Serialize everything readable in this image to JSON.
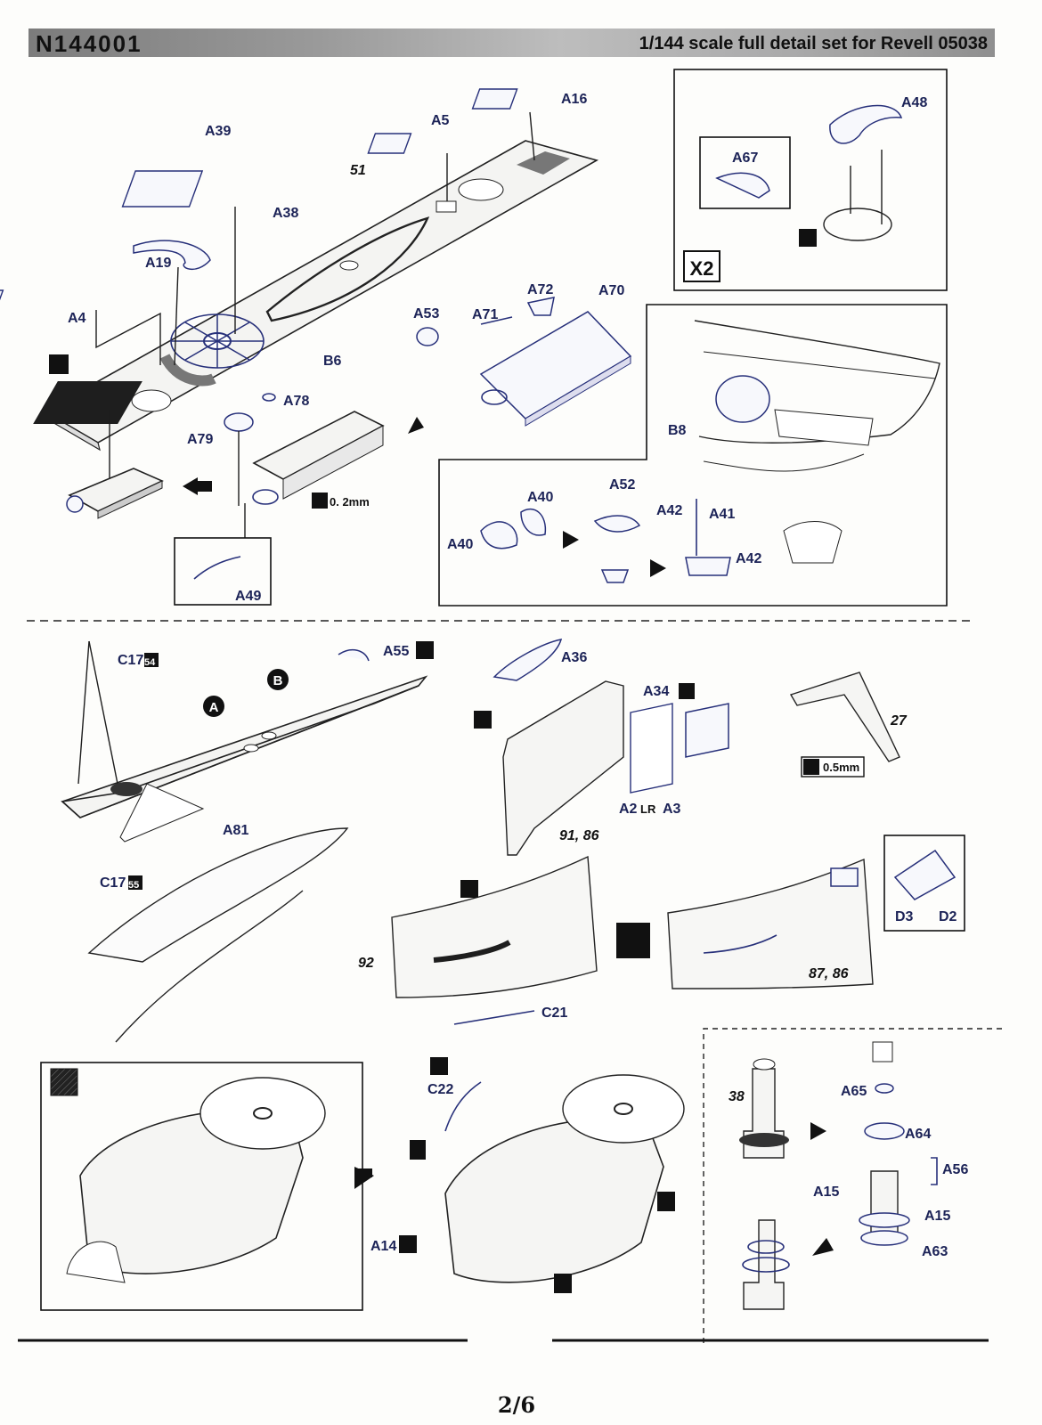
{
  "header": {
    "code": "N144001",
    "subtitle": "1/144 scale full  detail set for Revell 05038"
  },
  "page": {
    "number": "2/6"
  },
  "step1": {
    "parts": [
      "A39",
      "A5",
      "A16",
      "A38",
      "51",
      "A19",
      "A4",
      "B6",
      "A53",
      "A71",
      "A72",
      "A70",
      "A78",
      "A79",
      "A49"
    ],
    "thickness": "0. 2mm"
  },
  "inset_top_right": {
    "parts": [
      "A48",
      "A67"
    ],
    "multiplier": "X2"
  },
  "inset_anchor": {
    "parts": [
      "B8",
      "A40",
      "A40",
      "A52",
      "A42",
      "A41",
      "A42"
    ]
  },
  "step2": {
    "parts": [
      "C17",
      "A55",
      "A81"
    ],
    "photo_refs": [
      "54",
      "55"
    ],
    "callouts": [
      "A",
      "B"
    ]
  },
  "step3": {
    "parts": [
      "A36",
      "A34",
      "A2",
      "A3",
      "27",
      "D3",
      "D2",
      "C21"
    ],
    "mirror": "LR",
    "thickness": "0.5mm",
    "hull_refs": [
      "91, 86",
      "92",
      "87, 86"
    ]
  },
  "step4": {
    "parts": [
      "C22",
      "A14"
    ]
  },
  "step5": {
    "parts": [
      "38",
      "A65",
      "A64",
      "A56",
      "A15",
      "A15",
      "A63"
    ]
  },
  "colors": {
    "ink": "#1c2357",
    "line": "#1d1d1d",
    "header": "#9a9a9a"
  },
  "icons": [
    "glue-icon",
    "arrow-icon",
    "mirror-lr-icon",
    "rotate-icon",
    "drill-icon",
    "mesh-icon"
  ]
}
